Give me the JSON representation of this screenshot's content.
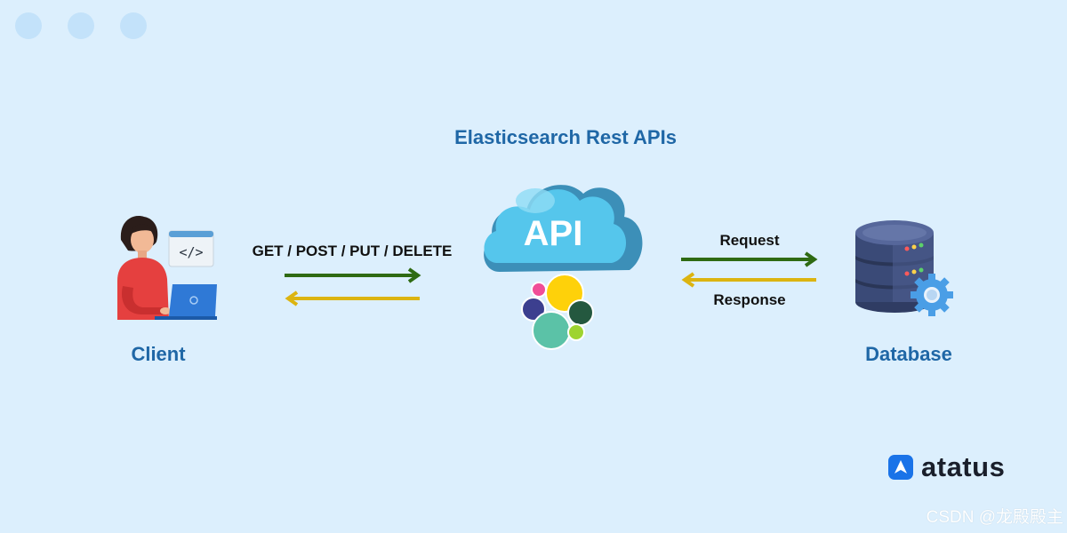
{
  "window_dots": [
    "dot",
    "dot",
    "dot"
  ],
  "title": "Elasticsearch Rest APIs",
  "client": {
    "label": "Client",
    "code_window_text": "</>"
  },
  "api_cloud": {
    "label": "API"
  },
  "database": {
    "label": "Database"
  },
  "client_flow": {
    "methods": "GET / POST / PUT / DELETE"
  },
  "database_flow": {
    "request": "Request",
    "response": "Response"
  },
  "brand": {
    "name": "atatus"
  },
  "watermark": "CSDN @龙殿殿主",
  "colors": {
    "background": "#dceffd",
    "title": "#1f67a6",
    "request_arrow": "#2e6a12",
    "response_arrow": "#dcb410",
    "cloud_light": "#55c6ec",
    "cloud_dark": "#3c8fb8",
    "brand_blue": "#1a73e8"
  }
}
